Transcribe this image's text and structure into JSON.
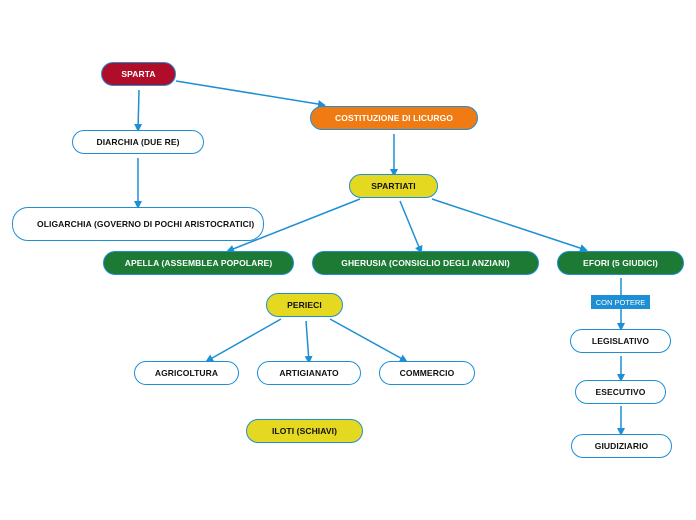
{
  "colors": {
    "link": "#1e8fd5",
    "red": "#b00d2a",
    "orange": "#ef7b12",
    "yellow": "#e5d821",
    "green": "#1c7a35"
  },
  "nodes": {
    "sparta": "SPARTA",
    "costituzione": "COSTITUZIONE DI LICURGO",
    "diarchia": "DIARCHIA (DUE RE)",
    "oligarchia": "OLIGARCHIA (GOVERNO DI POCHI ARISTOCRATICI)",
    "spartiati": "SPARTIATI",
    "apella": "APELLA (ASSEMBLEA POPOLARE)",
    "gherusia": "GHERUSIA (CONSIGLIO DEGLI ANZIANI)",
    "efori": "EFORI (5 GIUDICI)",
    "perieci": "PERIECI",
    "agricoltura": "AGRICOLTURA",
    "artigianato": "ARTIGIANATO",
    "commercio": "COMMERCIO",
    "iloti": "ILOTI (SCHIAVI)",
    "legislativo": "LEGISLATIVO",
    "esecutivo": "ESECUTIVO",
    "giudiziario": "GIUDIZIARIO"
  },
  "link_labels": {
    "con_potere": "CON POTERE"
  }
}
